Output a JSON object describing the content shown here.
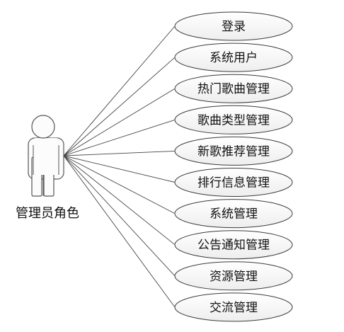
{
  "actor": {
    "label": "管理员角色"
  },
  "use_cases": [
    {
      "label": "登录"
    },
    {
      "label": "系统用户"
    },
    {
      "label": "热门歌曲管理"
    },
    {
      "label": "歌曲类型管理"
    },
    {
      "label": "新歌推荐管理"
    },
    {
      "label": "排行信息管理"
    },
    {
      "label": "系统管理"
    },
    {
      "label": "公告通知管理"
    },
    {
      "label": "资源管理"
    },
    {
      "label": "交流管理"
    }
  ],
  "colors": {
    "ellipse_fill_top": "#ffffff",
    "ellipse_fill_bottom": "#eeeeee",
    "stroke": "#3a3a3a",
    "text": "#111111"
  }
}
